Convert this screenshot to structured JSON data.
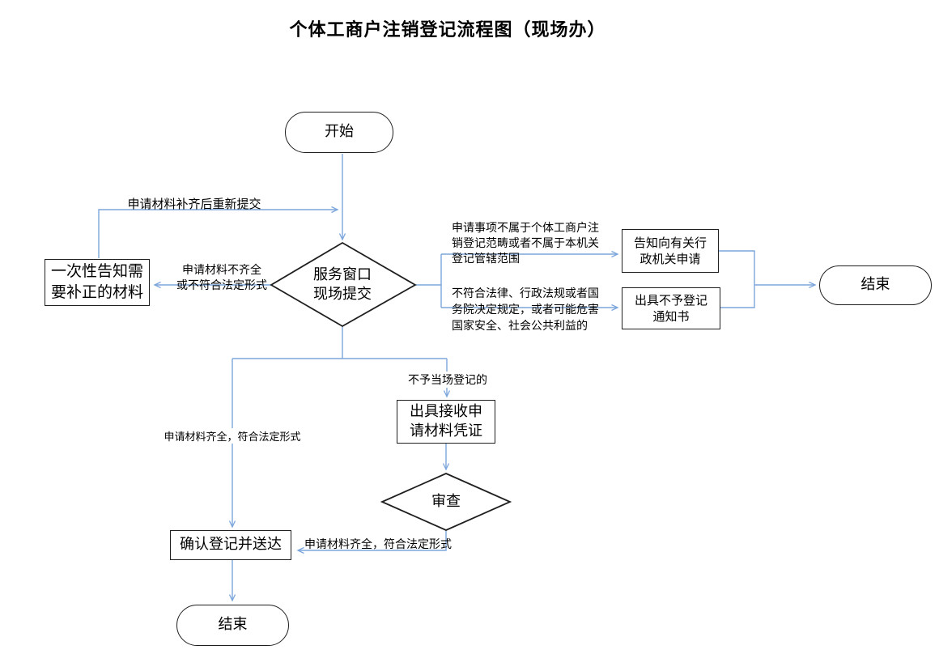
{
  "title": "个体工商户注销登记流程图（现场办）",
  "colors": {
    "connector": "#7ca6dc",
    "shape_border": "#1f1f1f",
    "background": "#ffffff",
    "text": "#000000"
  },
  "nodes": {
    "start": {
      "type": "terminator",
      "label": "开始"
    },
    "window": {
      "type": "decision",
      "label": "服务窗口\n现场提交"
    },
    "notify": {
      "type": "process",
      "label": "一次性告知需\n要补正的材料"
    },
    "inform": {
      "type": "process",
      "label": "告知向有关行\n政机关申请"
    },
    "refuse": {
      "type": "process",
      "label": "出具不予登记\n通知书"
    },
    "end_right": {
      "type": "terminator",
      "label": "结束"
    },
    "receipt": {
      "type": "process",
      "label": "出具接收申\n请材料凭证"
    },
    "review": {
      "type": "decision",
      "label": "审查"
    },
    "confirm": {
      "type": "process",
      "label": "确认登记并送达"
    },
    "end_bottom": {
      "type": "terminator",
      "label": "结束"
    }
  },
  "edge_labels": {
    "resubmit": "申请材料补齐后重新提交",
    "incomplete": "申请材料不齐全\n或不符合法定形式",
    "out_of_scope": "申请事项不属于个体工商户注\n销登记范畴或者不属于本机关\n登记管辖范围",
    "illegal": "不符合法律、行政法规或者国\n务院决定规定，或者可能危害\n国家安全、社会公共利益的",
    "not_onsite": "不予当场登记的",
    "complete_to_confirm": "申请材料齐全，符合法定形式",
    "complete_after_review": "申请材料齐全，符合法定形式"
  }
}
